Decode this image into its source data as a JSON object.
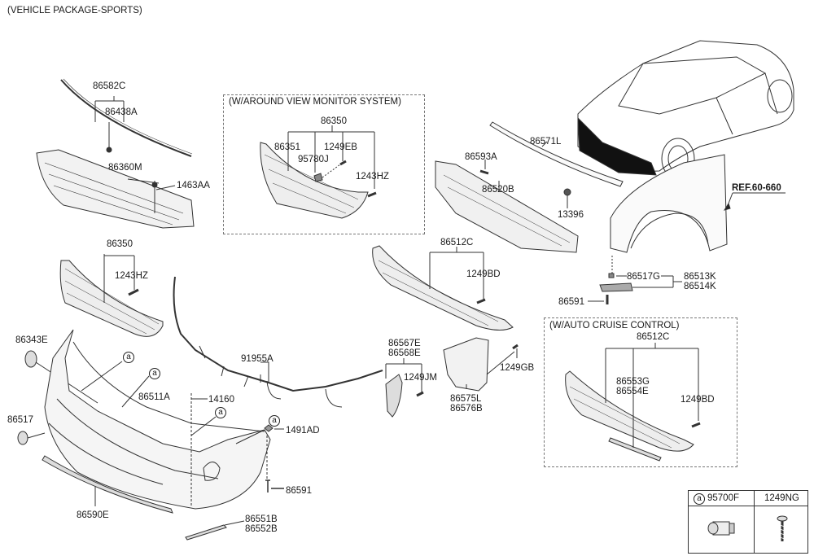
{
  "diagram": {
    "title": "(VEHICLE PACKAGE-SPORTS)",
    "ref_label": "REF.60-660",
    "callout_letter": "a",
    "boxes": {
      "around_view": {
        "title": "(W/AROUND VIEW MONITOR SYSTEM)",
        "parts": [
          "86350",
          "86351",
          "95780J",
          "1249EB",
          "1243HZ"
        ]
      },
      "auto_cruise": {
        "title": "(W/AUTO CRUISE CONTROL)",
        "parts": [
          "86512C",
          "86553G",
          "86554E",
          "1249BD"
        ]
      }
    },
    "parts": {
      "p86582C": "86582C",
      "p86438A": "86438A",
      "p86360M": "86360M",
      "p1463AA": "1463AA",
      "p86350": "86350",
      "p1243HZ": "1243HZ",
      "p86343E": "86343E",
      "p86517": "86517",
      "p86511A": "86511A",
      "p14160": "14160",
      "p1491AD": "1491AD",
      "p86591a": "86591",
      "p86590E": "86590E",
      "p86551B": "86551B",
      "p86552B": "86552B",
      "p91955A": "91955A",
      "p86567E": "86567E",
      "p86568E": "86568E",
      "p1249JM": "1249JM",
      "p86575L": "86575L",
      "p86576B": "86576B",
      "p1249GB": "1249GB",
      "p86512C": "86512C",
      "p1249BD": "1249BD",
      "p86593A": "86593A",
      "p86520B": "86520B",
      "p86571L": "86571L",
      "p13396": "13396",
      "p86517G": "86517G",
      "p86513K": "86513K",
      "p86514K": "86514K",
      "p86591b": "86591"
    },
    "legend": {
      "col1_letter": "a",
      "col1_part": "95700F",
      "col2_part": "1249NG"
    }
  }
}
